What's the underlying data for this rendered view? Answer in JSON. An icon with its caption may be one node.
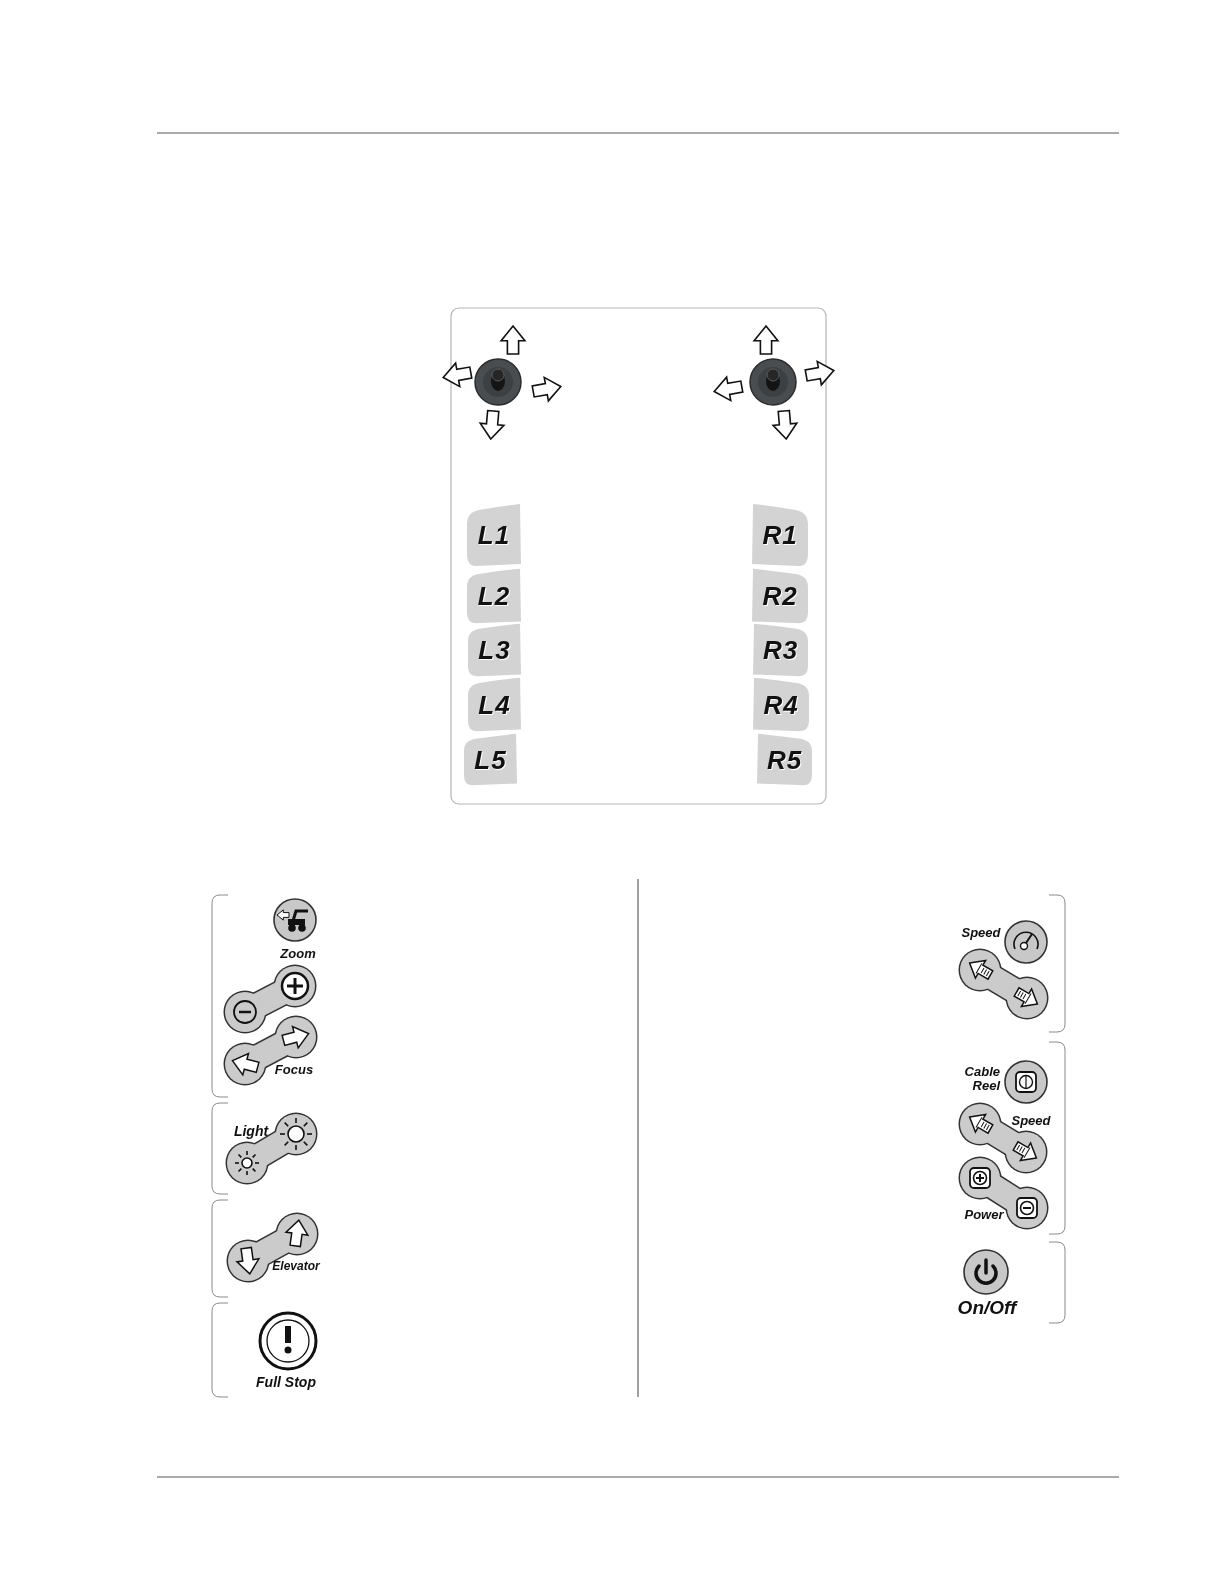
{
  "diagram": {
    "nodes": [
      {
        "text": [
          "L1"
        ]
      },
      {
        "text": [
          "R1"
        ]
      },
      {
        "text": [
          "L2"
        ]
      },
      {
        "text": [
          "R2"
        ]
      },
      {
        "text": [
          "L3"
        ]
      },
      {
        "text": [
          "R3"
        ]
      },
      {
        "text": [
          "L4"
        ]
      },
      {
        "text": [
          "R4"
        ]
      },
      {
        "text": [
          "L5"
        ]
      },
      {
        "text": [
          "R5"
        ]
      }
    ],
    "labels": [
      "Zoom",
      "Focus",
      "Light",
      "Elevator",
      "Full Stop",
      "Speed",
      "Cable Reel",
      "Speed",
      "Power",
      "On/Off"
    ]
  }
}
